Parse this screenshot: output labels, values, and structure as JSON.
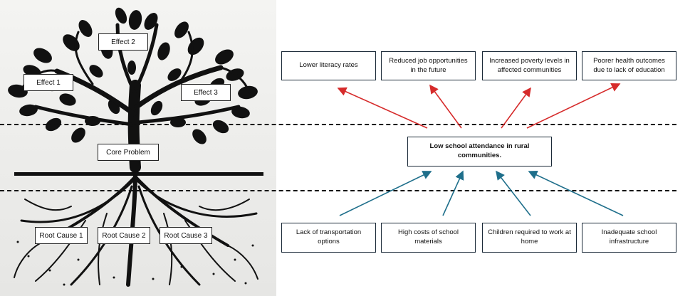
{
  "tree_labels": {
    "effect1": "Effect 1",
    "effect2": "Effect 2",
    "effect3": "Effect 3",
    "core": "Core Problem",
    "root1": "Root Cause 1",
    "root2": "Root Cause 2",
    "root3": "Root Cause 3"
  },
  "core_problem": "Low school attendance in rural communities.",
  "effects": [
    "Lower literacy rates",
    "Reduced job opportunities in the future",
    "Increased poverty levels in affected communities",
    "Poorer health outcomes due to lack of education"
  ],
  "causes": [
    "Lack of transportation options",
    "High costs of school materials",
    "Children required to work at home",
    "Inadequate school infrastructure"
  ],
  "colors": {
    "effect_arrow": "#d62b2b",
    "cause_arrow": "#1f6f8b",
    "box_border": "#1b2a38"
  }
}
